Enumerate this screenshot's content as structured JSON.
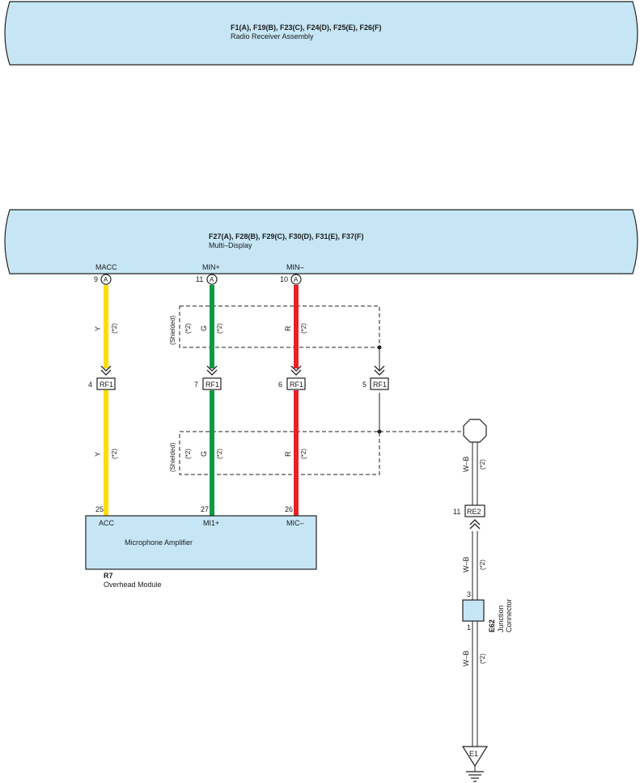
{
  "radio": {
    "connectors": "F1(A), F19(B), F23(C), F24(D), F25(E), F26(F)",
    "name": "Radio Receiver Assembly"
  },
  "display": {
    "connectors": "F27(A), F28(B), F29(C), F30(D), F31(E), F37(F)",
    "name": "Multi–Display",
    "pins": [
      {
        "label": "MACC",
        "number": "9",
        "connector": "A"
      },
      {
        "label": "MIN+",
        "number": "11",
        "connector": "A"
      },
      {
        "label": "MIN–",
        "number": "10",
        "connector": "A"
      }
    ]
  },
  "wires": [
    {
      "color_code": "Y",
      "note": "(*2)",
      "color": "#ffdd00"
    },
    {
      "color_code": "G",
      "note": "(*2)",
      "color": "#0f9a3e"
    },
    {
      "color_code": "R",
      "note": "(*2)",
      "color": "#e8202a"
    }
  ],
  "shield": {
    "label": "(Shielded)",
    "note": "(*2)"
  },
  "junction_rf1": {
    "code": "RF1",
    "pins": [
      "4",
      "7",
      "6",
      "5"
    ]
  },
  "amplifier": {
    "title": "Microphone Amplifier",
    "pins": [
      {
        "label": "ACC",
        "number": "25"
      },
      {
        "label": "MI1+",
        "number": "27"
      },
      {
        "label": "MIC–",
        "number": "26"
      }
    ],
    "component_code": "R7",
    "component_name": "Overhead Module"
  },
  "ground_path": {
    "wire_code": "W–B",
    "note": "(*2)",
    "re2_code": "RE2",
    "re2_pin": "11",
    "e62_code": "E62",
    "e62_name_line1": "Junction",
    "e62_name_line2": "Connector",
    "e62_pin_top": "3",
    "e62_pin_bottom": "1",
    "ground_code": "E1"
  },
  "colors": {
    "component_fill": "#c6e6f6",
    "wire_yellow": "#ffdd00",
    "wire_green": "#0f9a3e",
    "wire_red": "#e8202a"
  }
}
